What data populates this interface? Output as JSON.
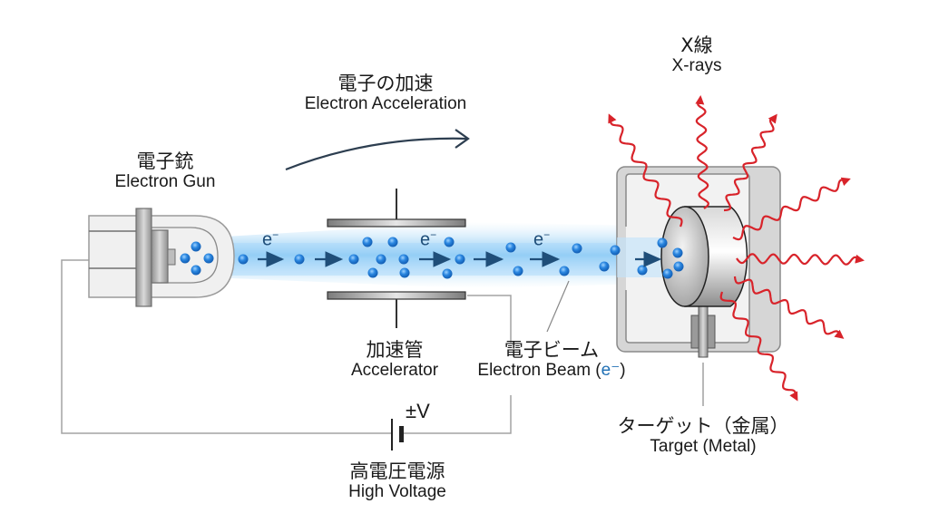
{
  "labels": {
    "acceleration": {
      "jp": "電子の加速",
      "en": "Electron Acceleration"
    },
    "electron_gun": {
      "jp": "電子銃",
      "en": "Electron Gun"
    },
    "accelerator": {
      "jp": "加速管",
      "en": "Accelerator"
    },
    "electron_beam": {
      "jp": "電子ビーム",
      "en_prefix": "Electron Beam (",
      "en_symbol": "e⁻",
      "en_suffix": ")"
    },
    "high_voltage": {
      "jp": "高電圧電源",
      "en": "High Voltage",
      "symbol": "±V"
    },
    "target": {
      "jp": "ターゲット（金属）",
      "en": "Target (Metal)"
    },
    "xrays": {
      "jp": "X線",
      "en": "X-rays"
    }
  },
  "electron_symbols": [
    {
      "base": "e",
      "sup": "−"
    },
    {
      "base": "e",
      "sup": "−"
    },
    {
      "base": "e",
      "sup": "−"
    }
  ],
  "colors": {
    "beam": "#7cc4f2",
    "electron": "#1f78d1",
    "arrow": "#1f4e79",
    "xray": "#d8232a",
    "metal": "#a9a9a9",
    "wire": "#9a9a9a"
  }
}
